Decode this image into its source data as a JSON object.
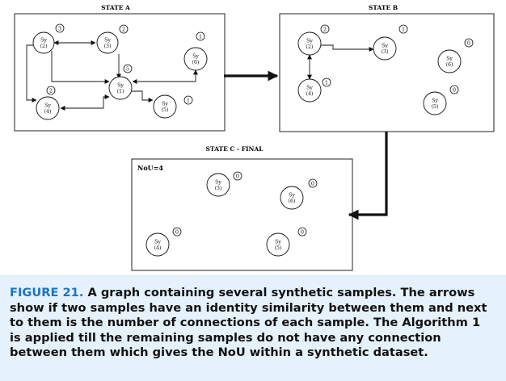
{
  "figure": {
    "states": [
      {
        "id": "a",
        "title": "STATE A"
      },
      {
        "id": "b",
        "title": "STATE B"
      },
      {
        "id": "c",
        "title": "STATE C - FINAL",
        "note": "NoU=4"
      }
    ],
    "node_label": "Sy",
    "nodes": {
      "a": [
        {
          "id": "2",
          "label": "(2)",
          "count": "3"
        },
        {
          "id": "3",
          "label": "(3)",
          "count": "2"
        },
        {
          "id": "6",
          "label": "(6)",
          "count": "1"
        },
        {
          "id": "1",
          "label": "(1)",
          "count": "5"
        },
        {
          "id": "4",
          "label": "(4)",
          "count": "2"
        },
        {
          "id": "5",
          "label": "(5)",
          "count": "1"
        }
      ],
      "b": [
        {
          "id": "2",
          "label": "(2)",
          "count": "2"
        },
        {
          "id": "3",
          "label": "(3)",
          "count": "1"
        },
        {
          "id": "6",
          "label": "(6)",
          "count": "0"
        },
        {
          "id": "4",
          "label": "(4)",
          "count": "1"
        },
        {
          "id": "5",
          "label": "(5)",
          "count": "0"
        }
      ],
      "c": [
        {
          "id": "3",
          "label": "(3)",
          "count": "0"
        },
        {
          "id": "6",
          "label": "(6)",
          "count": "0"
        },
        {
          "id": "4",
          "label": "(4)",
          "count": "0"
        },
        {
          "id": "5",
          "label": "(5)",
          "count": "0"
        }
      ]
    }
  },
  "caption": {
    "label": "FIGURE 21.",
    "text": "A graph containing several synthetic samples. The arrows show if two samples have an identity similarity between them and next to them is the number of connections of each sample. The Algorithm 1 is applied till the remaining samples do not have any connection between them which gives the NoU within a synthetic dataset."
  },
  "colors": {
    "caption_background": "#e5f1fb",
    "caption_label": "#1a75c2",
    "ink": "#111111"
  }
}
